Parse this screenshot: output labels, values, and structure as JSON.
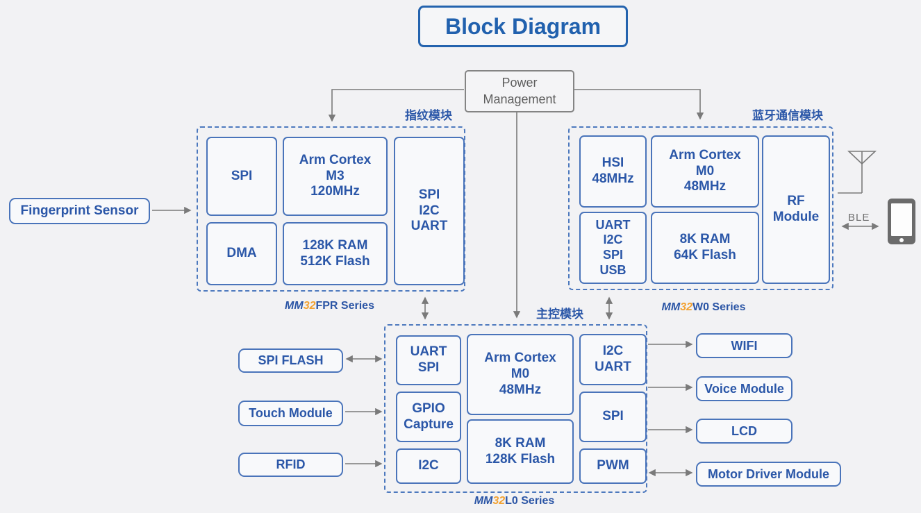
{
  "title": "Block Diagram",
  "power": {
    "label": "Power\nManagement"
  },
  "sensor": {
    "label": "Fingerprint Sensor"
  },
  "modules": {
    "fingerprint": {
      "tag": "指纹模块",
      "series": {
        "prefix": "MM",
        "num": "32",
        "suffix": "FPR Series"
      },
      "blocks": {
        "spi": "SPI",
        "cpu": "Arm Cortex\nM3\n120MHz",
        "bus": "SPI\nI2C\nUART",
        "dma": "DMA",
        "mem": "128K RAM\n512K Flash"
      }
    },
    "bluetooth": {
      "tag": "蓝牙通信模块",
      "series": {
        "prefix": "MM",
        "num": "32",
        "suffix": "W0 Series"
      },
      "blocks": {
        "hsi": "HSI\n48MHz",
        "cpu": "Arm Cortex\nM0\n48MHz",
        "rf": "RF\nModule",
        "bus": "UART\nI2C\nSPI\nUSB",
        "mem": "8K RAM\n64K Flash"
      }
    },
    "main": {
      "tag": "主控模块",
      "series": {
        "prefix": "MM",
        "num": "32",
        "suffix": "L0 Series"
      },
      "blocks": {
        "uart_spi": "UART\nSPI",
        "cpu": "Arm Cortex\nM0\n48MHz",
        "i2c_uart": "I2C\nUART",
        "gpio": "GPIO\nCapture",
        "spi": "SPI",
        "i2c": "I2C",
        "mem": "8K RAM\n128K Flash",
        "pwm": "PWM"
      }
    }
  },
  "peripherals": {
    "left": [
      {
        "label": "SPI FLASH",
        "arrow": "both"
      },
      {
        "label": "Touch Module",
        "arrow": "right"
      },
      {
        "label": "RFID",
        "arrow": "right"
      }
    ],
    "right": [
      {
        "label": "WIFI",
        "arrow": "right"
      },
      {
        "label": "Voice Module",
        "arrow": "right"
      },
      {
        "label": "LCD",
        "arrow": "right"
      },
      {
        "label": "Motor Driver Module",
        "arrow": "both"
      }
    ]
  },
  "ble": {
    "label": "BLE"
  },
  "icons": {
    "antenna": "antenna-icon",
    "phone": "smartphone-icon"
  },
  "colors": {
    "accent_blue": "#2b57a8",
    "border_blue": "#4a74ba",
    "dash_blue": "#4d79be",
    "series_orange": "#f2a233",
    "line_gray": "#7a7a7a",
    "power_gray": "#5d5d5d",
    "background": "#f2f2f4"
  }
}
